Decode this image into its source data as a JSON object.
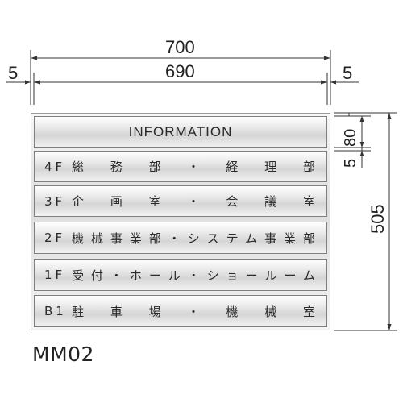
{
  "dimensions": {
    "total_width": "700",
    "inner_width": "690",
    "left_margin": "5",
    "right_margin": "5",
    "height": "505",
    "row_height": "80",
    "gap": "5"
  },
  "board": {
    "title": "INFORMATION",
    "rows": [
      {
        "floor": "4F",
        "dept": "総務部・経理部"
      },
      {
        "floor": "3F",
        "dept": "企画室・会議室"
      },
      {
        "floor": "2F",
        "dept": "機械事業部・システム事業部"
      },
      {
        "floor": "1F",
        "dept": "受付・ホール・ショールーム"
      },
      {
        "floor": "B1",
        "dept": "駐車場・機械室"
      }
    ]
  },
  "model_code": "MM02"
}
